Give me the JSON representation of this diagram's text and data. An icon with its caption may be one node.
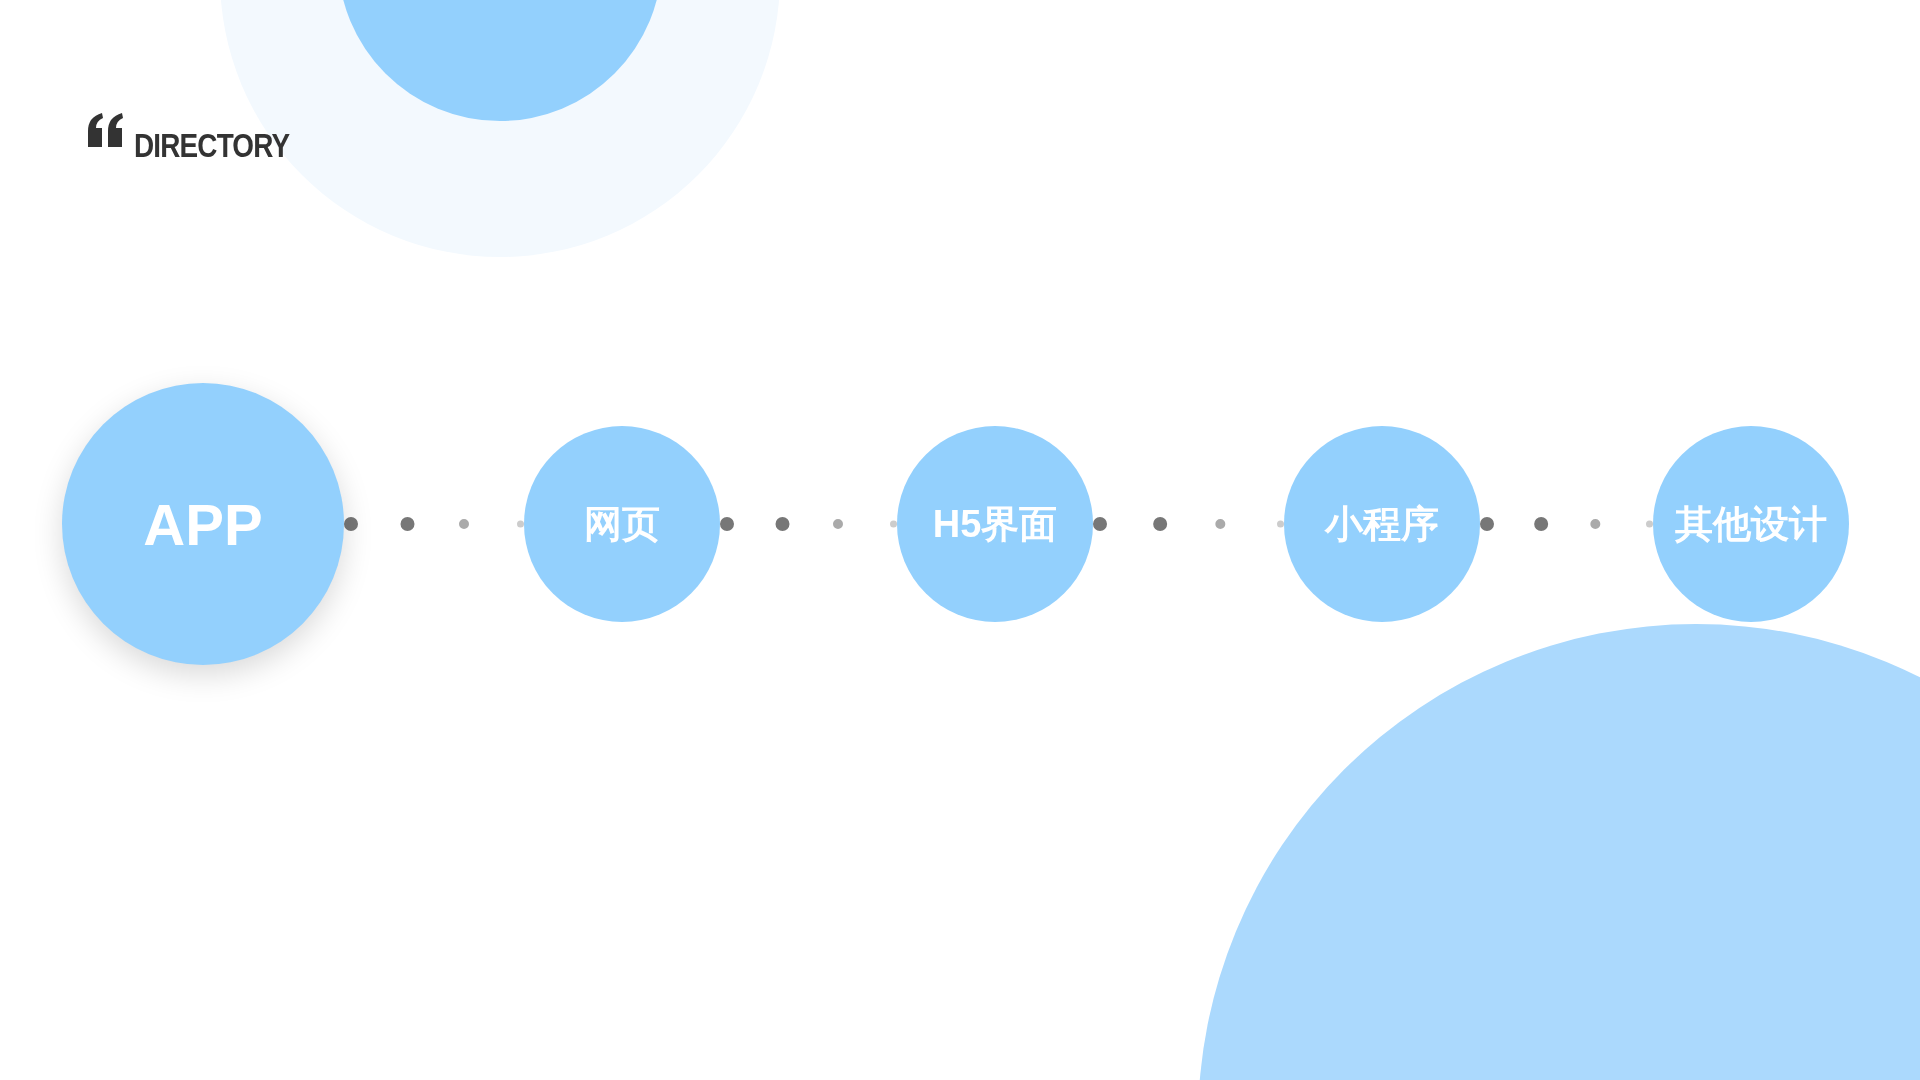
{
  "diagram": {
    "title": "DIRECTORY",
    "nodes": [
      {
        "text": [
          "APP"
        ]
      },
      {
        "text": [
          "网页"
        ]
      },
      {
        "text": [
          "H5界面"
        ]
      },
      {
        "text": [
          "小程序"
        ]
      },
      {
        "text": [
          "其他设计"
        ]
      }
    ],
    "edges": [
      {
        "from": 0,
        "to": 1,
        "arrow": "none",
        "style": "dashed"
      },
      {
        "from": 1,
        "to": 2,
        "arrow": "none",
        "style": "dashed"
      },
      {
        "from": 2,
        "to": 3,
        "arrow": "none",
        "style": "dashed"
      },
      {
        "from": 3,
        "to": 4,
        "arrow": "none",
        "style": "dashed"
      }
    ]
  }
}
